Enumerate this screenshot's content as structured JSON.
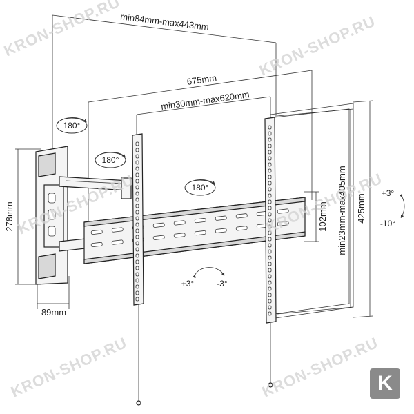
{
  "dimensions": {
    "arm_extension": "min84mm-max443mm",
    "total_width": "675mm",
    "vesa_horizontal": "min30mm-max620mm",
    "wall_plate_height": "278mm",
    "wall_plate_depth": "89mm",
    "rail_height": "102mm",
    "vesa_vertical": "min23mm-max405mm",
    "total_height": "425mm"
  },
  "rotations": {
    "arm_swivel_1": "180°",
    "arm_swivel_2": "180°",
    "arm_swivel_3": "180°",
    "tilt_up": "+3°",
    "tilt_down": "-10°",
    "level_plus": "+3°",
    "level_minus": "-3°"
  },
  "watermark": "KRON-SHOP.RU",
  "logo_letter": "K"
}
